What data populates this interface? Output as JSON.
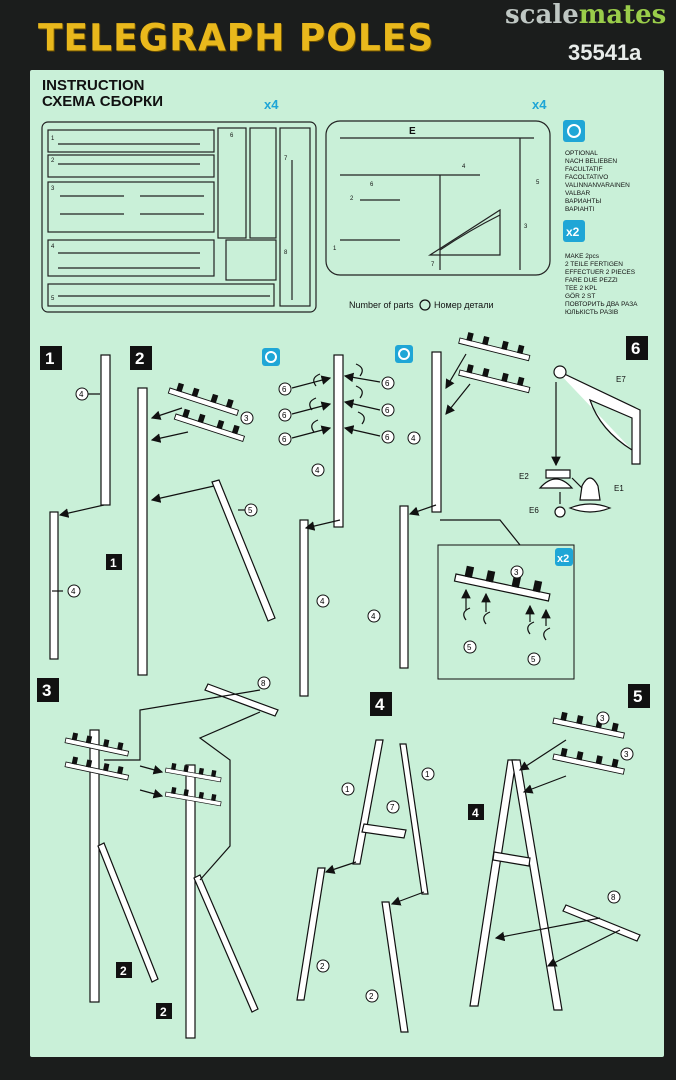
{
  "header": {
    "title": "TELEGRAPH POLES",
    "code": "35541a",
    "watermark_part1": "scale",
    "watermark_part2": "mates"
  },
  "instruction": {
    "line1": "INSTRUCTION",
    "line2": "СХЕМА СБОРКИ"
  },
  "sprues": {
    "left_multiplier": "x4",
    "right_multiplier": "x4",
    "right_letter": "E",
    "left_numbers": [
      "1",
      "2",
      "3",
      "4",
      "5",
      "6",
      "7",
      "8"
    ],
    "right_numbers": [
      "1",
      "2",
      "3",
      "4",
      "5",
      "6",
      "7"
    ]
  },
  "legend": {
    "number_of_parts": "Number of parts",
    "number_of_parts_ru": "Номер детали"
  },
  "optional_text": [
    "OPTIONAL",
    "NACH BELIEBEN",
    "FACULTATIF",
    "FACOLTATIVO",
    "VALINNANVARAINEN",
    "VALBAR",
    "ВАРИАНТЫ",
    "ВАРІАНТІ"
  ],
  "make2_badge": "x2",
  "make2_text": [
    "MAKE 2pcs",
    "2 TEILE FERTIGEN",
    "EFFECTUER 2 PIECES",
    "FARE DUE PEZZI",
    "TEE 2 KPL",
    "GÖR 2 ST",
    "ПОВТОРИТЬ ДВА РАЗА",
    "ЮЛЬКІСТЬ РАЗІВ"
  ],
  "steps": {
    "s1": "1",
    "s2": "2",
    "s3": "3",
    "s4": "4",
    "s5": "5",
    "s6": "6"
  },
  "refs": {
    "p1": "1",
    "p2": "2",
    "p3": "3",
    "p4": "4",
    "p5": "5",
    "p6": "6",
    "p7": "7",
    "p8": "8",
    "e1": "E1",
    "e2": "E2",
    "e6": "E6",
    "e7": "E7",
    "x2": "x2"
  },
  "colors": {
    "sheet": "#c9f0d8",
    "title": "#e9b81c",
    "accent_badge": "#1fa6d6",
    "background": "#1b1d1c"
  }
}
